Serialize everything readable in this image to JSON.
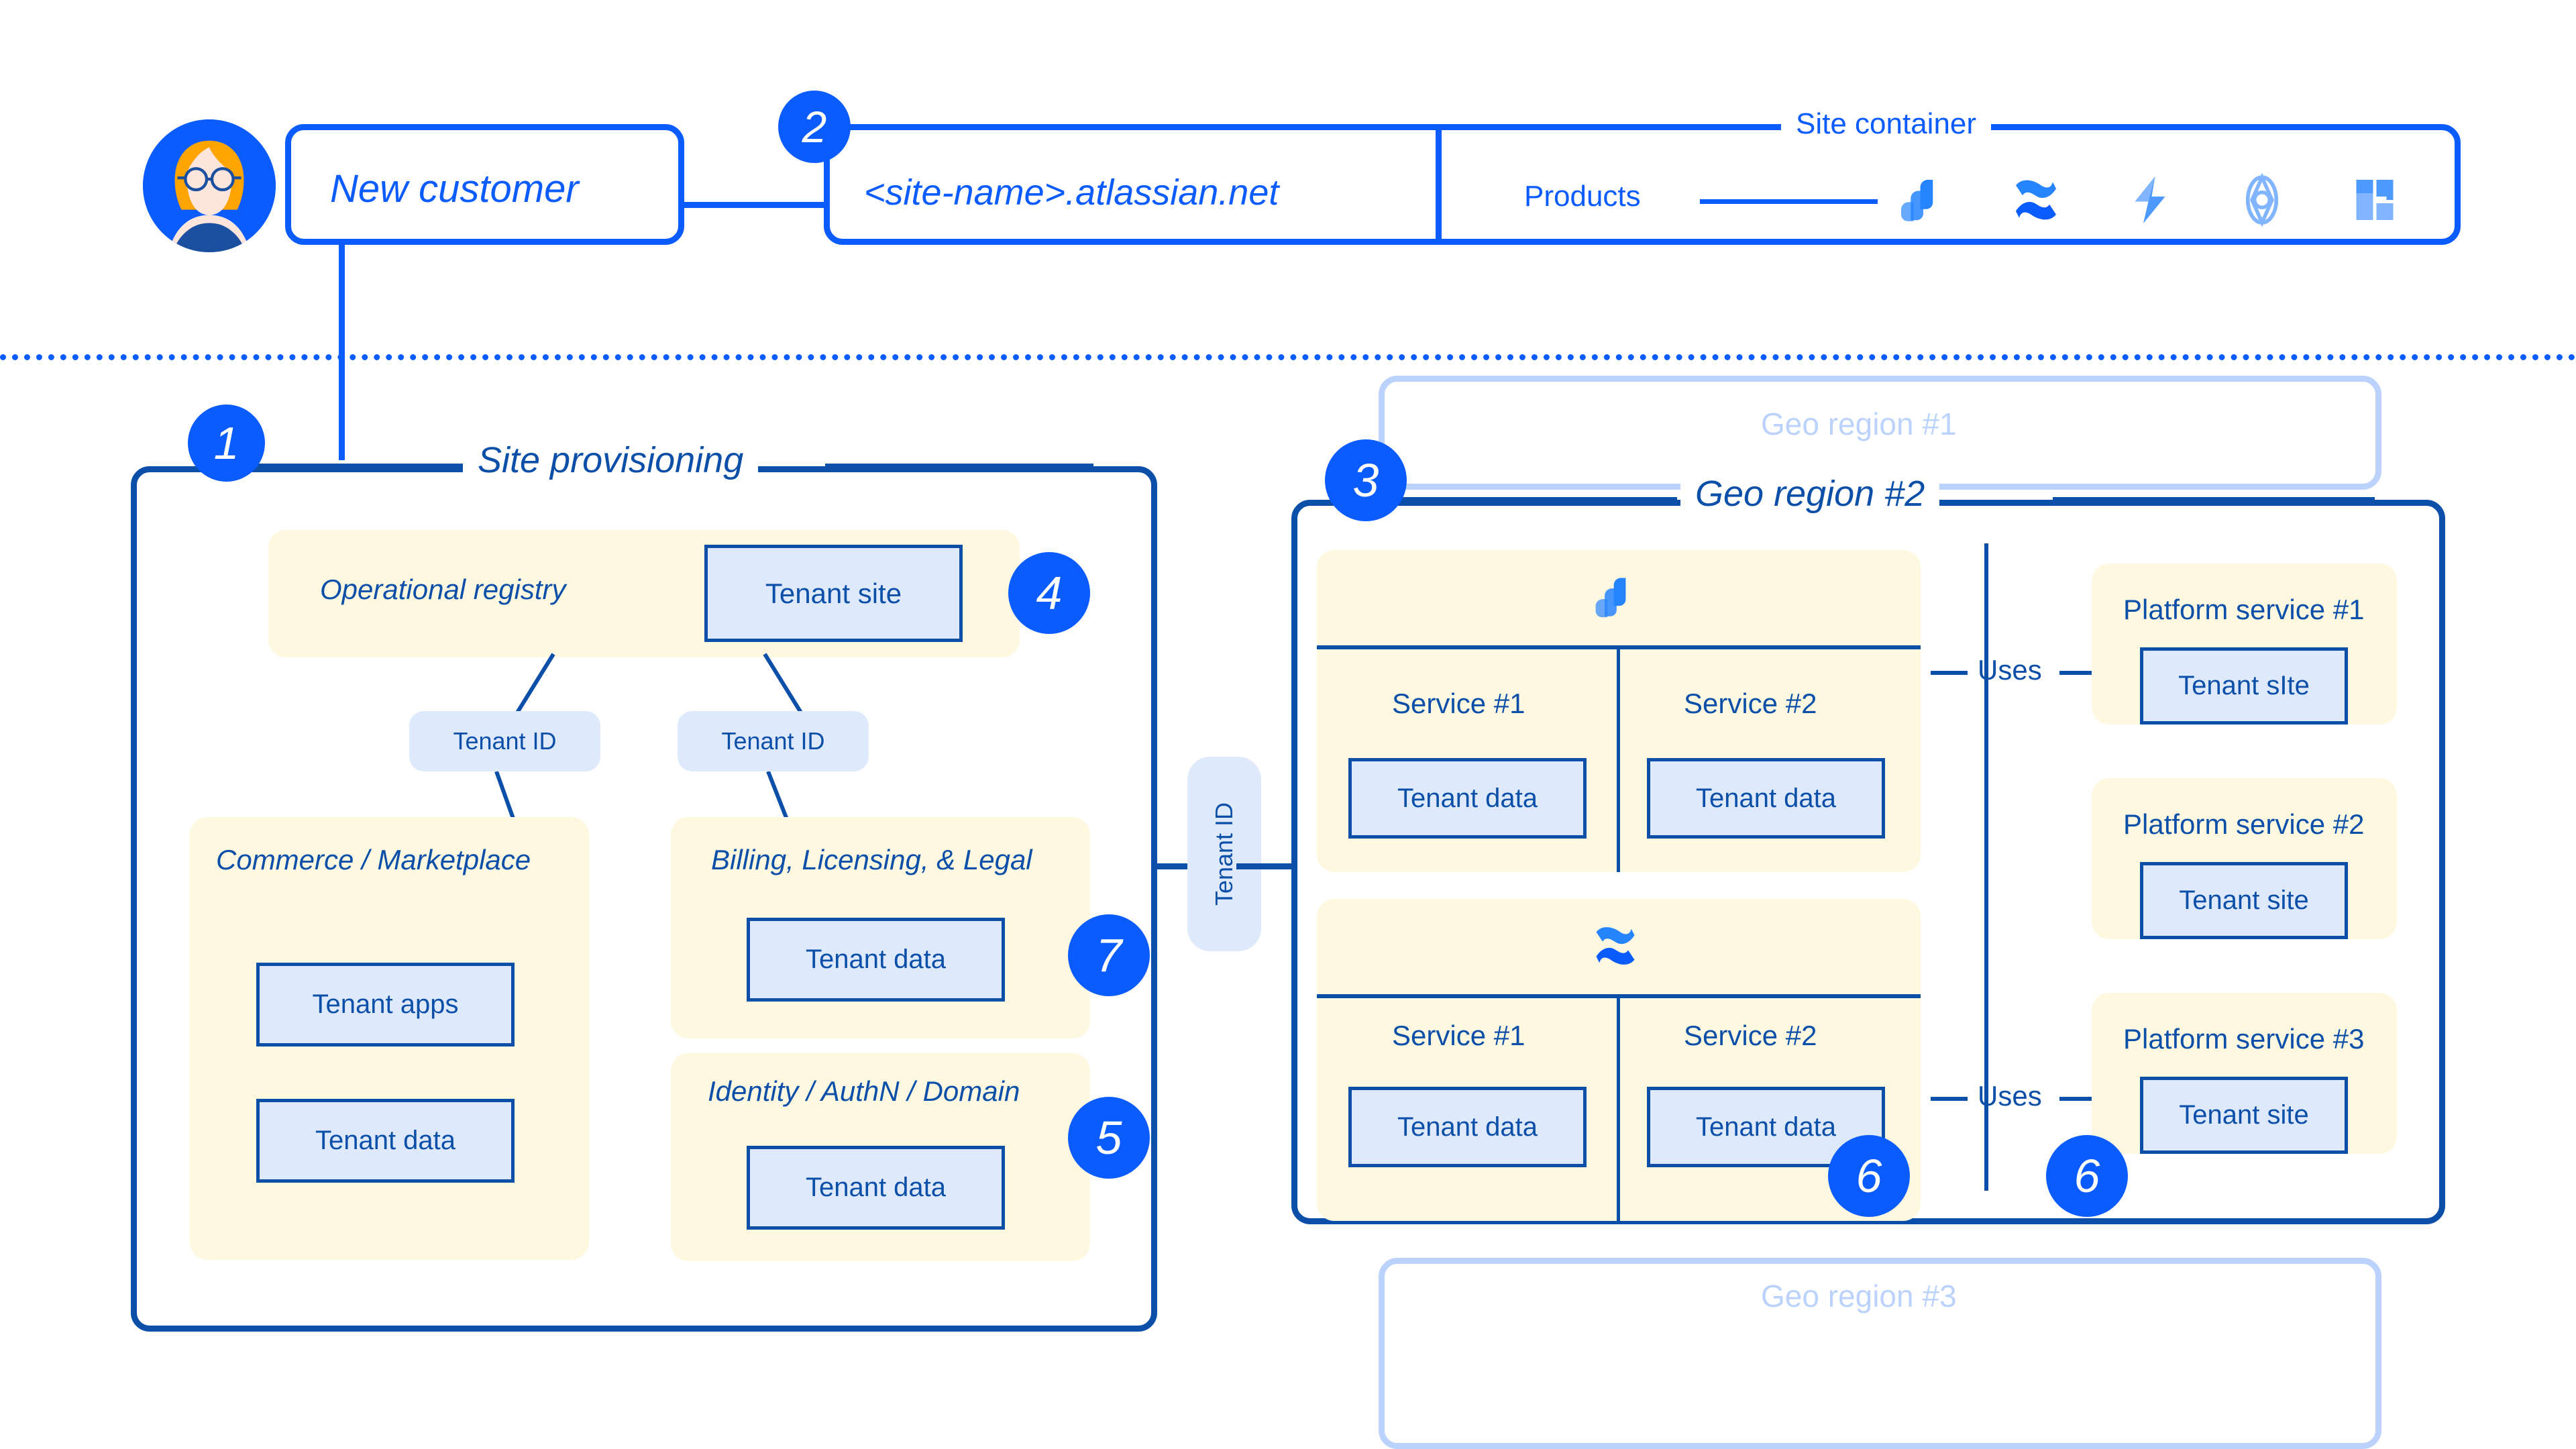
{
  "diagram": {
    "title": "Atlassian tenant / site provisioning architecture",
    "colors": {
      "brand_blue": "#0B5CFF",
      "navy": "#0B4FA8",
      "cream_panel": "#FFF8E1",
      "light_blue_box": "#DEEAFB",
      "ghost_blue": "#BBD3FC"
    }
  },
  "customer": {
    "label": "New customer",
    "avatar_name": "customer-avatar"
  },
  "site": {
    "url": "<site-name>.atlassian.net",
    "container_label": "Site container",
    "products_label": "Products",
    "product_icons": [
      "jira-icon",
      "confluence-icon",
      "bitbucket-icon",
      "compass-icon",
      "trello-icon"
    ]
  },
  "provisioning": {
    "title": "Site provisioning",
    "operational_registry": {
      "label": "Operational registry",
      "tenant_site_label": "Tenant site"
    },
    "tenant_id_left": "Tenant ID",
    "tenant_id_right": "Tenant ID",
    "commerce": {
      "label": "Commerce / Marketplace",
      "tenant_apps_label": "Tenant apps",
      "tenant_data_label": "Tenant data"
    },
    "billing": {
      "label": "Billing, Licensing, & Legal",
      "tenant_data_label": "Tenant data"
    },
    "identity": {
      "label": "Identity / AuthN / Domain",
      "tenant_data_label": "Tenant data"
    }
  },
  "bridge": {
    "tenant_id_label": "Tenant ID"
  },
  "regions": {
    "region1_label": "Geo region #1",
    "region2_label": "Geo region #2",
    "region3_label": "Geo region #3"
  },
  "region2": {
    "products": [
      {
        "icon": "jira-icon",
        "services": [
          {
            "name": "Service #1",
            "data_label": "Tenant data"
          },
          {
            "name": "Service #2",
            "data_label": "Tenant data"
          }
        ]
      },
      {
        "icon": "confluence-icon",
        "services": [
          {
            "name": "Service #1",
            "data_label": "Tenant data"
          },
          {
            "name": "Service #2",
            "data_label": "Tenant data"
          }
        ]
      }
    ],
    "uses_label_top": "Uses",
    "uses_label_bottom": "Uses",
    "platform_services": [
      {
        "name": "Platform service #1",
        "box_label": "Tenant sIte"
      },
      {
        "name": "Platform service #2",
        "box_label": "Tenant site"
      },
      {
        "name": "Platform service #3",
        "box_label": "Tenant site"
      }
    ]
  },
  "steps": [
    {
      "id": "step-1",
      "number": "1"
    },
    {
      "id": "step-2",
      "number": "2"
    },
    {
      "id": "step-3",
      "number": "3"
    },
    {
      "id": "step-4",
      "number": "4"
    },
    {
      "id": "step-5",
      "number": "5"
    },
    {
      "id": "step-6a",
      "number": "6"
    },
    {
      "id": "step-6b",
      "number": "6"
    },
    {
      "id": "step-7",
      "number": "7"
    }
  ]
}
